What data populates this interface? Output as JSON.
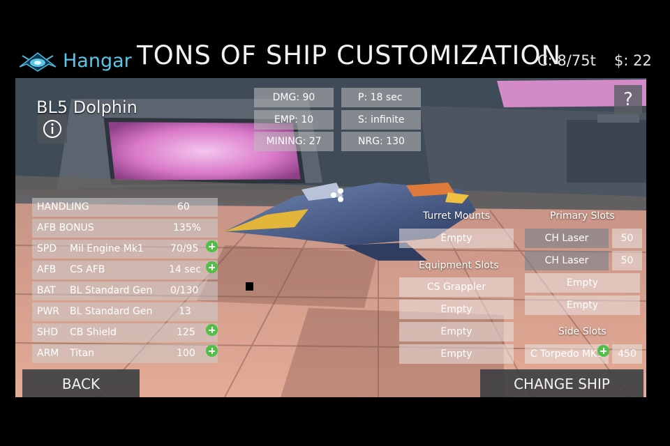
{
  "header": {
    "section": "Hangar",
    "promo": "TONS OF SHIP CUSTOMIZATION",
    "cargo": "C: 8/75t",
    "money": "$: 22"
  },
  "ship": {
    "name": "BL5 Dolphin",
    "info_icon": "info-icon",
    "help_label": "?"
  },
  "weapon_stats": [
    {
      "label": "DMG: 90"
    },
    {
      "label": "P: 18 sec"
    },
    {
      "label": "EMP: 10"
    },
    {
      "label": "S: infinite"
    },
    {
      "label": "MINING: 27"
    },
    {
      "label": "NRG: 130"
    }
  ],
  "ship_stats": [
    {
      "abbr": "HANDLING",
      "name": "",
      "value": "60",
      "upgrade": false
    },
    {
      "abbr": "AFB BONUS",
      "name": "",
      "value": "135%",
      "upgrade": false
    },
    {
      "abbr": "SPD",
      "name": "Mil Engine Mk1",
      "value": "70/95",
      "upgrade": true
    },
    {
      "abbr": "AFB",
      "name": "CS AFB",
      "value": "14 sec",
      "upgrade": true
    },
    {
      "abbr": "BAT",
      "name": "BL Standard Gen",
      "value": "0/130",
      "upgrade": false
    },
    {
      "abbr": "PWR",
      "name": "BL Standard Gen",
      "value": "13",
      "upgrade": false
    },
    {
      "abbr": "SHD",
      "name": "CB Shield",
      "value": "125",
      "upgrade": true
    },
    {
      "abbr": "ARM",
      "name": "Titan",
      "value": "100",
      "upgrade": true
    }
  ],
  "turret_mounts": {
    "title": "Turret Mounts",
    "slots": [
      "Empty"
    ]
  },
  "equipment_slots": {
    "title": "Equipment Slots",
    "slots": [
      "CS Grappler",
      "Empty",
      "Empty",
      "Empty"
    ]
  },
  "primary_slots": {
    "title": "Primary Slots",
    "slots": [
      {
        "name": "CH Laser",
        "value": "50"
      },
      {
        "name": "CH Laser",
        "value": "50"
      },
      {
        "name": "Empty",
        "value": ""
      },
      {
        "name": "Empty",
        "value": ""
      }
    ]
  },
  "side_slots": {
    "title": "Side Slots",
    "slots": [
      {
        "name": "C Torpedo MK1",
        "value": "450"
      }
    ]
  },
  "buttons": {
    "back": "BACK",
    "change_ship": "CHANGE SHIP"
  },
  "colors": {
    "accent": "#56c7e8",
    "upgrade": "#4fbf45"
  }
}
